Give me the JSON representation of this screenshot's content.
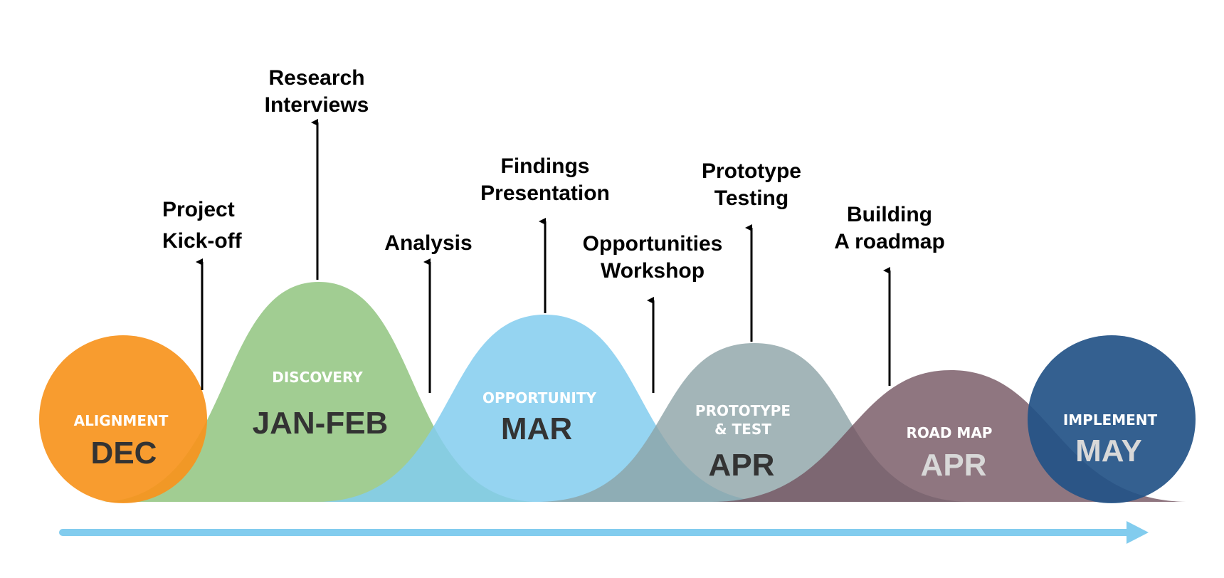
{
  "colors": {
    "alignment": "#f7941d",
    "discovery": "#9cca8c",
    "opportunity": "#82ccee",
    "prototype": "#8ca3a6",
    "roadmap": "#735460",
    "implement": "#235287",
    "timeline_arrow": "#82ccee",
    "dark_text": "#333333",
    "light_text": "#ffffff",
    "light_gray_text": "#d8d8d8"
  },
  "phases": [
    {
      "id": "alignment",
      "label": "ALIGNMENT",
      "month": "DEC"
    },
    {
      "id": "discovery",
      "label": "DISCOVERY",
      "month": "JAN-FEB"
    },
    {
      "id": "opportunity",
      "label": "OPPORTUNITY",
      "month": "MAR"
    },
    {
      "id": "prototype",
      "label_line1": "PROTOTYPE",
      "label_line2": "& TEST",
      "month": "APR"
    },
    {
      "id": "roadmap",
      "label": "ROAD MAP",
      "month": "APR"
    },
    {
      "id": "implement",
      "label": "IMPLEMENT",
      "month": "MAY"
    }
  ],
  "annotations": {
    "kickoff": [
      "Project",
      "Kick-off"
    ],
    "research": [
      "Research",
      "Interviews"
    ],
    "analysis": [
      "Analysis"
    ],
    "findings": [
      "Findings",
      "Presentation"
    ],
    "workshop": [
      "Opportunities",
      "Workshop"
    ],
    "testing": [
      "Prototype",
      "Testing"
    ],
    "roadmap": [
      "Building",
      "A roadmap"
    ]
  }
}
